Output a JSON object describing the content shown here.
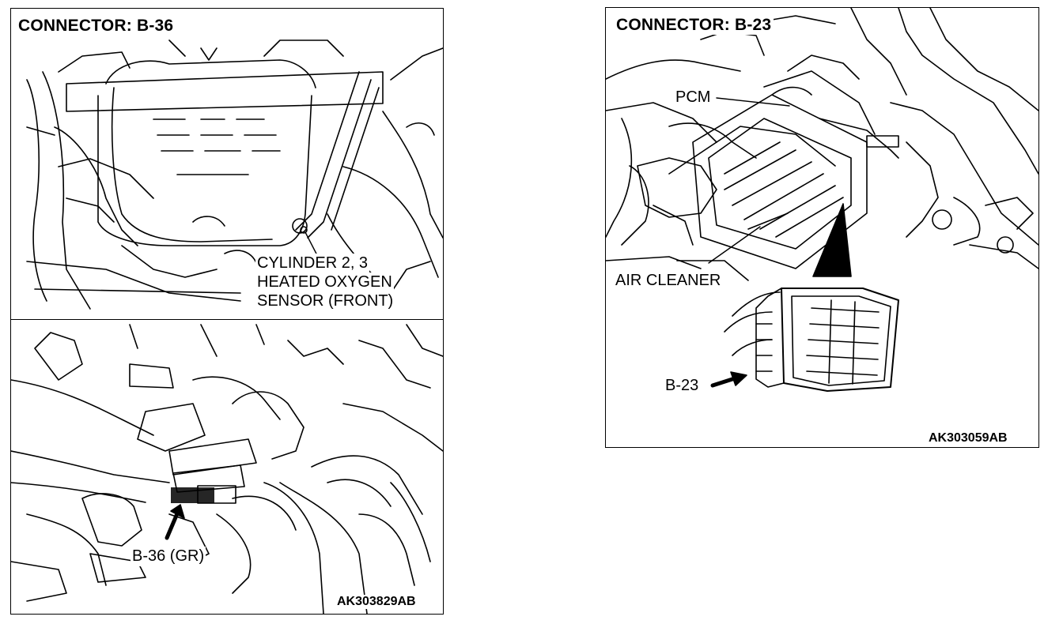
{
  "left_panel": {
    "title": "CONNECTOR: B-36",
    "sensor_label": [
      "CYLINDER 2, 3",
      "HEATED OXYGEN",
      "SENSOR (FRONT)"
    ],
    "connector_label": "B-36 (GR)",
    "figure_code": "AK303829AB"
  },
  "right_panel": {
    "title": "CONNECTOR: B-23",
    "pcm_label": "PCM",
    "air_cleaner_label": "AIR CLEANER",
    "connector_label": "B-23",
    "figure_code": "AK303059AB"
  }
}
